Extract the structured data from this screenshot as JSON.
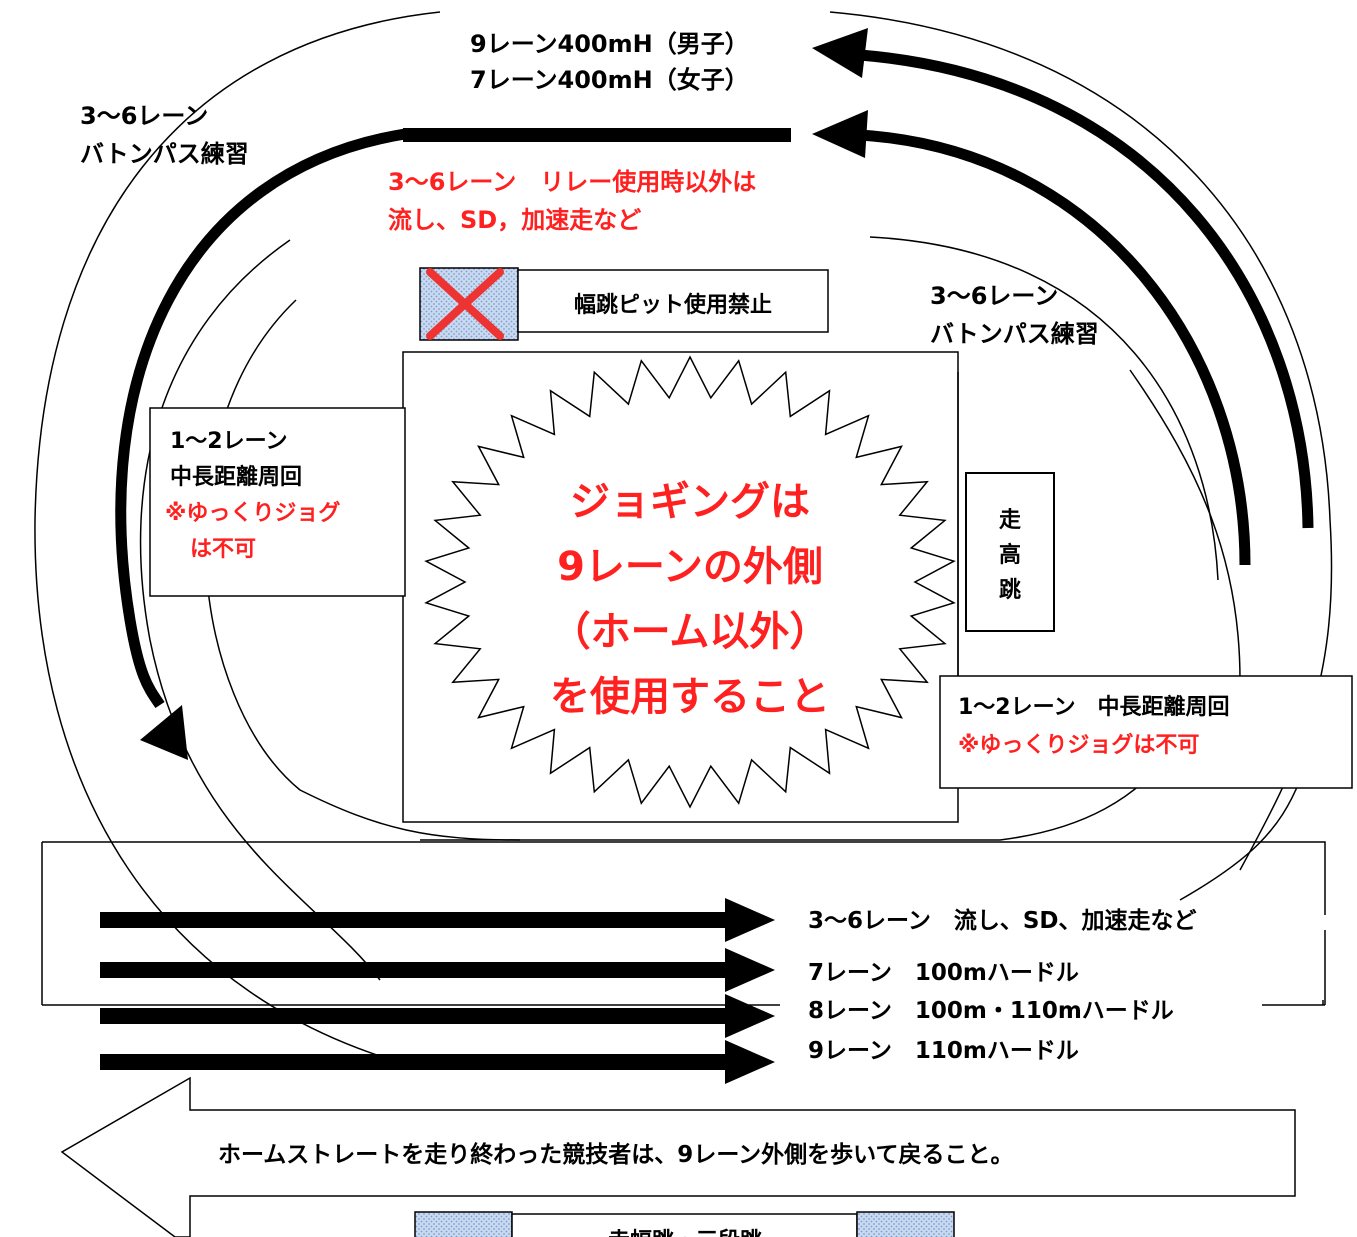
{
  "colors": {
    "line": "#000000",
    "accent_red": "#ff2020",
    "pit_fill": "#c9daf0"
  },
  "labels": {
    "top_lane9": "9レーン400mH（男子）",
    "top_lane7": "7レーン400mH（女子）",
    "left_batonpass_1": "3～6レーン",
    "left_batonpass_2": "バトンパス練習",
    "relay_note_1": "3～6レーン　リレー使用時以外は",
    "relay_note_2": "流し、SD，加速走など",
    "long_jump_pit": "幅跳ピット使用禁止",
    "right_batonpass_1": "3～6レーン",
    "right_batonpass_2": "バトンパス練習",
    "left_box_1": "1～2レーン",
    "left_box_2": "中長距離周回",
    "left_box_3": "※ゆっくりジョグ",
    "left_box_4": "は不可",
    "high_jump_1": "走",
    "high_jump_2": "高",
    "high_jump_3": "跳",
    "center_1": "ジョギングは",
    "center_2": "9レーンの外側",
    "center_3": "（ホーム以外）",
    "center_4": "を使用すること",
    "right_box_1": "1～2レーン　中長距離周回",
    "right_box_2": "※ゆっくりジョグは不可",
    "straight_1": "3～6レーン　流し、SD、加速走など",
    "straight_2": "7レーン　100mハードル",
    "straight_3": "8レーン　100m・110mハードル",
    "straight_4": "9レーン　110mハードル",
    "return_note": "ホームストレートを走り終わった競技者は、9レーン外側を歩いて戻ること。",
    "bottom_pit": "走幅跳・三段跳"
  }
}
